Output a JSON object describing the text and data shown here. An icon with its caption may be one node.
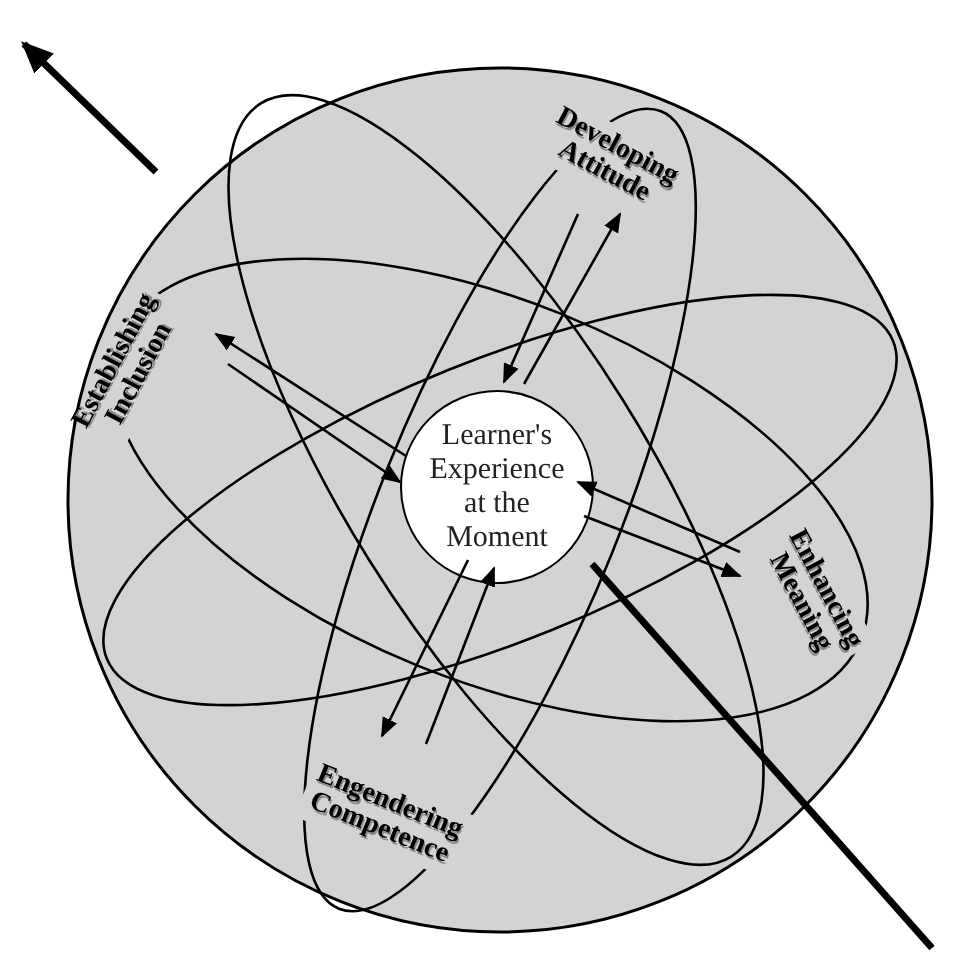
{
  "diagram": {
    "nodes": [
      {
        "text": [
          "Learner's Experience at the Moment"
        ]
      },
      {
        "text": [
          "Developing Attitude"
        ]
      },
      {
        "text": [
          "Establishing Inclusion"
        ]
      },
      {
        "text": [
          "Enhancing Meaning"
        ]
      },
      {
        "text": [
          "Engendering Competence"
        ]
      }
    ],
    "edges": [
      {
        "from": 0,
        "to": 1,
        "arrow": "to"
      },
      {
        "from": 1,
        "to": 0,
        "arrow": "to"
      },
      {
        "from": 0,
        "to": 2,
        "arrow": "to"
      },
      {
        "from": 2,
        "to": 0,
        "arrow": "to"
      },
      {
        "from": 0,
        "to": 3,
        "arrow": "to"
      },
      {
        "from": 3,
        "to": 0,
        "arrow": "to"
      },
      {
        "from": 0,
        "to": 4,
        "arrow": "to"
      },
      {
        "from": 4,
        "to": 0,
        "arrow": "to"
      }
    ]
  }
}
